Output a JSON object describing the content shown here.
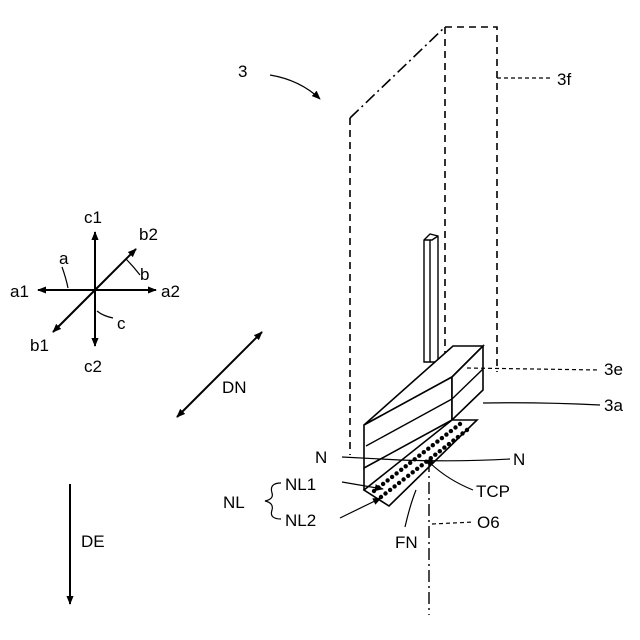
{
  "labels": {
    "device": "3",
    "part_3f": "3f",
    "part_3e": "3e",
    "part_3a": "3a",
    "tcp": "TCP",
    "o6": "O6",
    "fn": "FN",
    "n_left": "N",
    "n_right": "N",
    "nl": "NL",
    "nl1": "NL1",
    "nl2": "NL2",
    "dn": "DN",
    "de": "DE"
  },
  "axes": {
    "c1": "c1",
    "c2": "c2",
    "a1": "a1",
    "a2": "a2",
    "b1": "b1",
    "b2": "b2",
    "a": "a",
    "b": "b",
    "c": "c"
  },
  "nozzle_rows": {
    "row1_count": 20,
    "row2_count": 20
  }
}
